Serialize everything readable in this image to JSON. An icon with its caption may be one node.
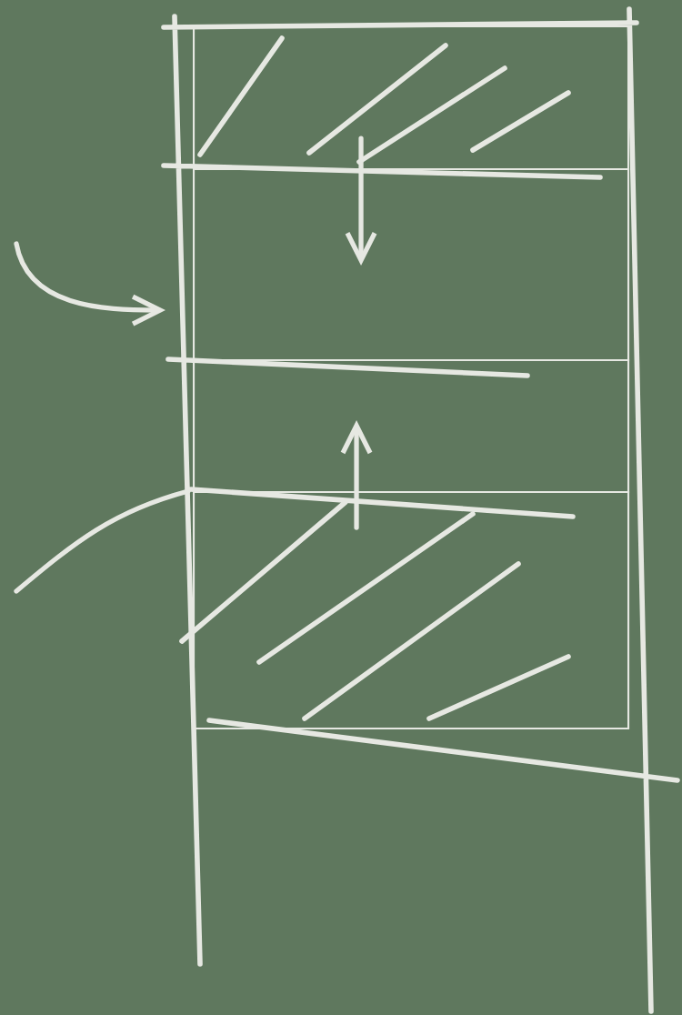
{
  "diagram": {
    "nodes": [
      {
        "text": [],
        "shape": "box"
      },
      {
        "text": [],
        "shape": "box"
      },
      {
        "text": [],
        "shape": "box"
      },
      {
        "text": [],
        "shape": "box"
      }
    ],
    "edges": [
      {
        "from": 0,
        "to": 1,
        "arrow": "to"
      },
      {
        "from": 3,
        "to": 2,
        "arrow": "to"
      },
      {
        "from": null,
        "to": 1,
        "arrow": "to"
      },
      {
        "from": null,
        "to": 3,
        "arrow": "none"
      }
    ]
  }
}
